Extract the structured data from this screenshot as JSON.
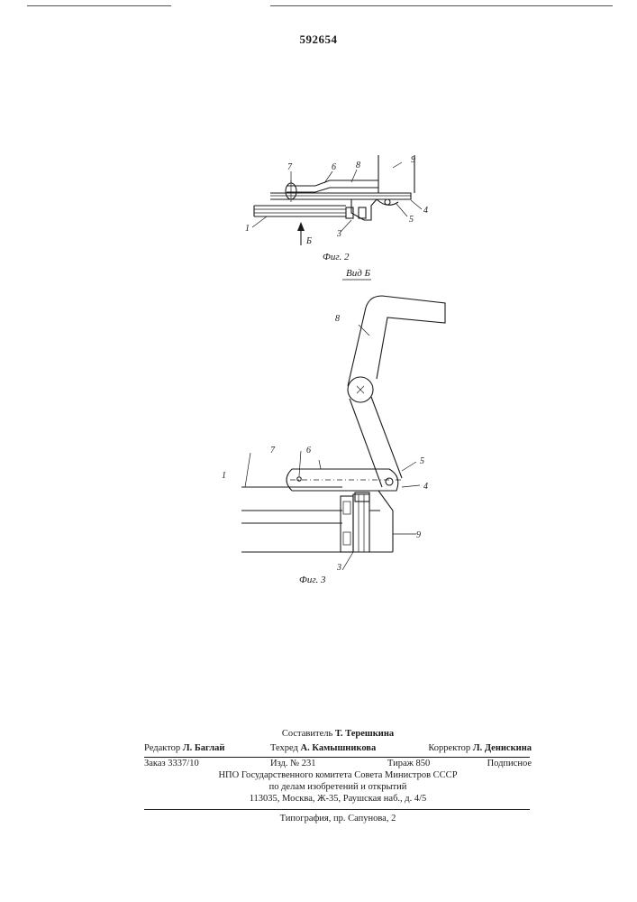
{
  "patent_number": "592654",
  "fig2": {
    "caption": "Фиг. 2",
    "view_arrow_label": "Б",
    "labels": [
      "7",
      "6",
      "8",
      "9",
      "1",
      "3",
      "5",
      "4"
    ]
  },
  "fig3": {
    "view_title": "Вид Б",
    "caption": "Фиг. 3",
    "labels": [
      "8",
      "7",
      "6",
      "5",
      "4",
      "1",
      "9",
      "3"
    ]
  },
  "imprint": {
    "composer_label": "Составитель",
    "composer_name": "Т. Терешкина",
    "editor_label": "Редактор",
    "editor_name": "Л. Баглай",
    "techred_label": "Техред",
    "techred_name": "А. Камышникова",
    "corrector_label": "Корректор",
    "corrector_name": "Л. Денискина",
    "order": "Заказ 3337/10",
    "edition": "Изд. № 231",
    "circulation": "Тираж 850",
    "subscription": "Подписное",
    "org_line1": "НПО Государственного комитета Совета Министров СССР",
    "org_line2": "по делам изобретений и открытий",
    "org_line3": "113035, Москва, Ж-35, Раушская наб., д. 4/5",
    "printer": "Типография, пр. Сапунова, 2"
  }
}
